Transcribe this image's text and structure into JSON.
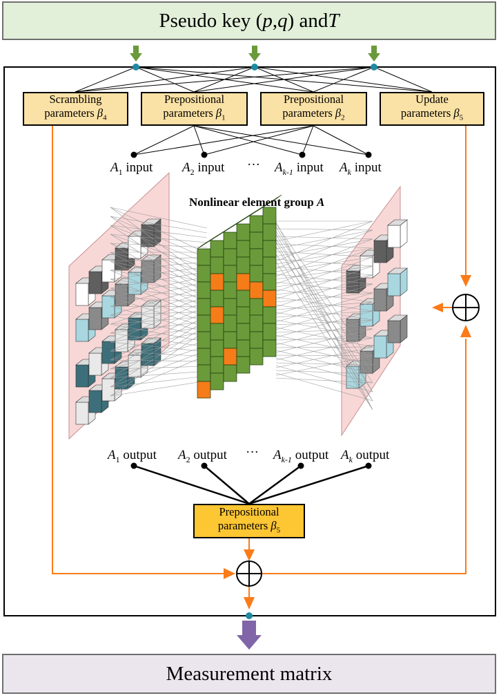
{
  "top_box": {
    "prefix": "Pseudo key (",
    "p": "p",
    "sep": ", ",
    "q": "q",
    "mid": ") and ",
    "T": "T"
  },
  "param_boxes": [
    {
      "line1": "Scrambling",
      "line2": "parameters ",
      "symbol": "β",
      "sub": "4"
    },
    {
      "line1": "Prepositional",
      "line2": "parameters ",
      "symbol": "β",
      "sub": "1"
    },
    {
      "line1": "Prepositional",
      "line2": "parameters ",
      "symbol": "β",
      "sub": "2"
    },
    {
      "line1": "Update",
      "line2": "parameters ",
      "symbol": "β",
      "sub": "5"
    }
  ],
  "inputs": [
    {
      "a": "A",
      "sub": "1",
      "text": " input"
    },
    {
      "a": "A",
      "sub": "2",
      "text": " input"
    },
    {
      "a": "···",
      "sub": "",
      "text": ""
    },
    {
      "a": "A",
      "sub": "k-1",
      "text": " input"
    },
    {
      "a": "A",
      "sub": "k",
      "text": " input"
    }
  ],
  "group_title": {
    "text": "Nonlinear element group ",
    "symbol": "A"
  },
  "outputs": [
    {
      "a": "A",
      "sub": "1",
      "text": " output"
    },
    {
      "a": "A",
      "sub": "2",
      "text": " output"
    },
    {
      "a": "···",
      "sub": "",
      "text": ""
    },
    {
      "a": "A",
      "sub": "k-1",
      "text": " output"
    },
    {
      "a": "A",
      "sub": "k",
      "text": " output"
    }
  ],
  "bottom_param_box": {
    "line1": "Prepositional",
    "line2": "parameters ",
    "symbol": "β",
    "sub": "5"
  },
  "bottom_box": {
    "label": "Measurement matrix"
  },
  "colors": {
    "green_arrow": "#6a9a3b",
    "orange": "#fb7b18",
    "purple": "#8066a8",
    "teal_node": "#1f8aa3",
    "param_fill": "#fae1a5",
    "param_fill_bottom": "#fdc633",
    "panel_pink": "#f8d7d7",
    "cube_green": "#6b9a3a",
    "cube_orange": "#f57c19"
  }
}
